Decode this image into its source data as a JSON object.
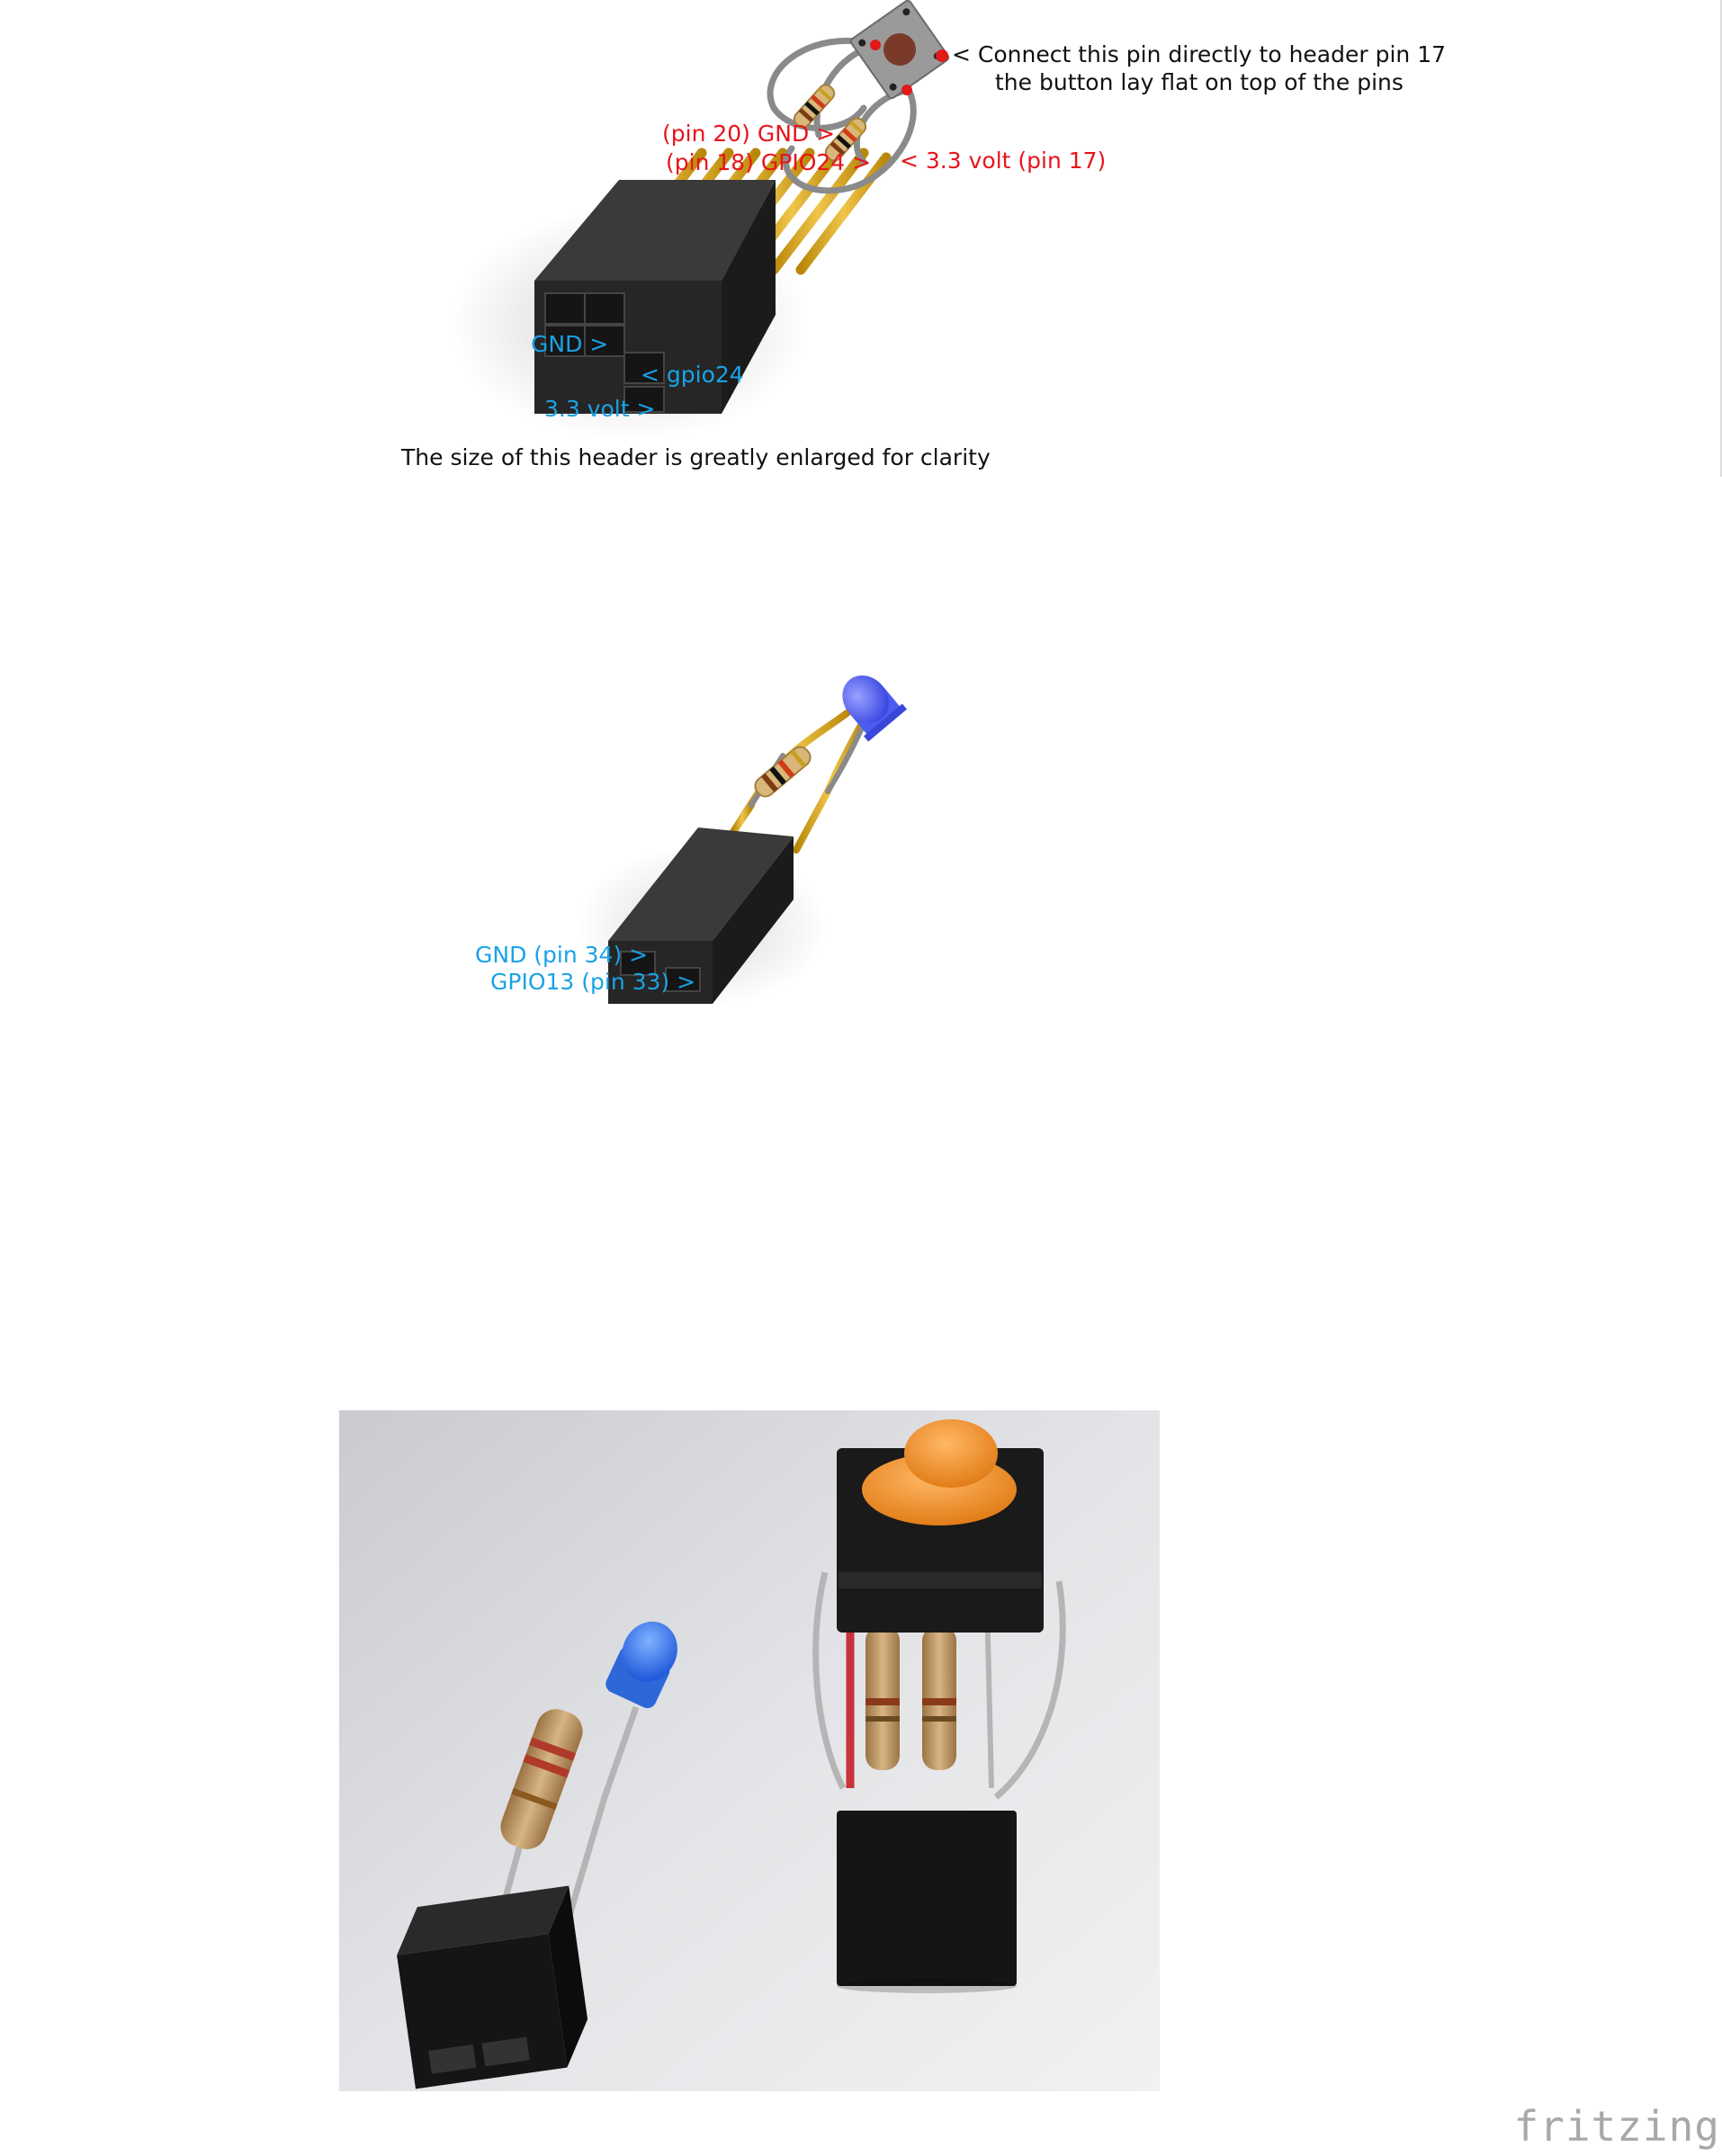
{
  "diagram1": {
    "connect_note_line1": "< Connect this pin directly to header pin 17",
    "connect_note_line2": "the button lay flat on top of the pins",
    "pin20_gnd": "(pin 20) GND >",
    "pin18_gpio24": "(pin 18) GPIO24 >",
    "pin17_3v3": "< 3.3 volt (pin 17)",
    "gnd_arrow": "GND >",
    "gpio24_arrow": "< gpio24",
    "volt_arrow": "3.3 volt >",
    "caption": "The size of this header is greatly enlarged for clarity"
  },
  "diagram2": {
    "gnd_pin34": "GND (pin 34) >",
    "gpio13_pin33": "GPIO13 (pin 33) >"
  },
  "photo": {
    "description_icon": "photo-of-assembled-button-and-led-headers"
  },
  "watermark": "fritzing",
  "colors": {
    "red_label": "#e8141b",
    "blue_label": "#1aa2e6",
    "header_black": "#2b2b2b",
    "gold_pin": "#d9a81e",
    "led_blue": "#4d5cf0"
  }
}
